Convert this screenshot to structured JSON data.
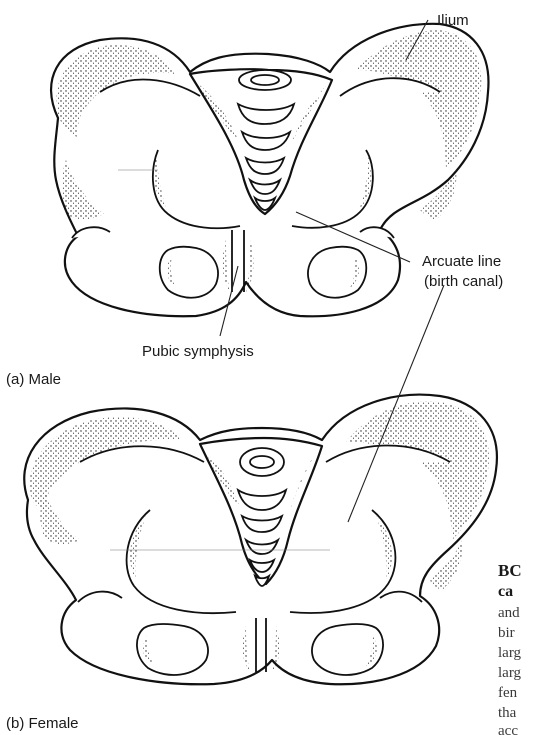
{
  "labels": {
    "ilium": "Ilium",
    "arcuate_line": "Arcuate line",
    "birth_canal": "(birth canal)",
    "pubic_symphysis": "Pubic symphysis",
    "male": "(a) Male",
    "female": "(b) Female"
  },
  "caption_fragment": {
    "heading_1": "BC",
    "heading_2": "ca",
    "lines": [
      "and",
      "bir",
      "larg",
      "larg",
      "fen",
      "tha",
      "acc"
    ]
  }
}
